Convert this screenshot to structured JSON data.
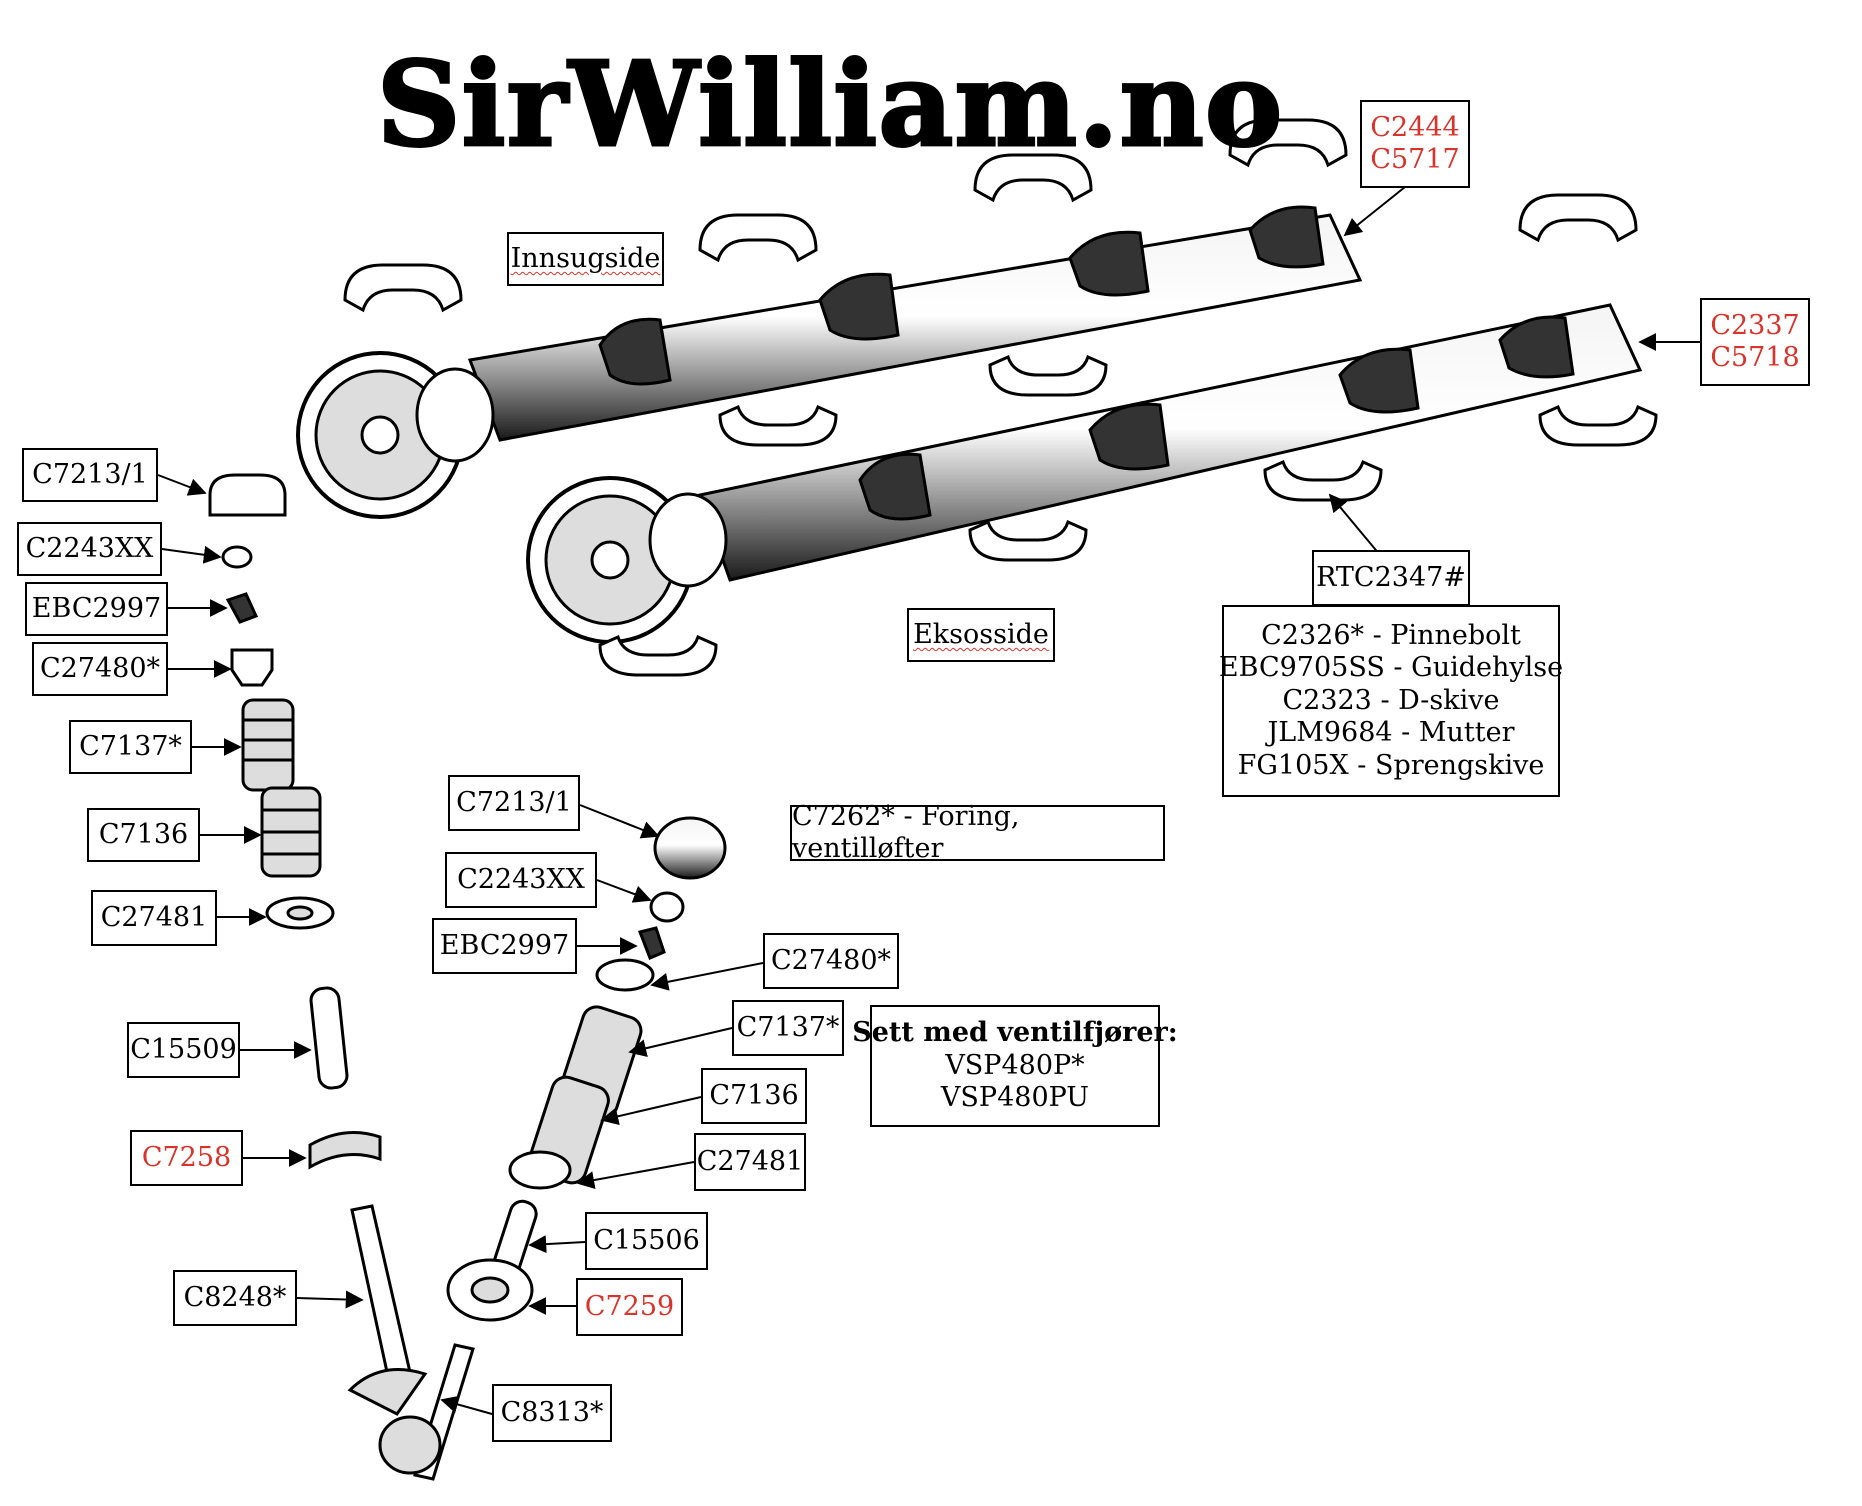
{
  "logo": "SirWilliam.no",
  "colors": {
    "ink": "#000000",
    "accent_red": "#d9342b",
    "background": "#ffffff"
  },
  "sides": {
    "intake": "Innsugside",
    "exhaust": "Eksosside"
  },
  "camshaft_parts": {
    "intake_cam": [
      "C2444",
      "C5717"
    ],
    "exhaust_cam": [
      "C2337",
      "C5718"
    ],
    "sprocket_kit_code": "RTC2347#",
    "sprocket_kit_items": [
      "C2326* - Pinnebolt",
      "EBC9705SS - Guidehylse",
      "C2323 - D-skive",
      "JLM9684 - Mutter",
      "FG105X - Sprengskive"
    ]
  },
  "left_valve_stack": {
    "tappet": "C7213/1",
    "shim": "C2243XX",
    "collets": "EBC2997",
    "spring_cap": "C27480*",
    "outer_spring": "C7137*",
    "inner_spring": "C7136",
    "spring_seat": "C27481",
    "valve_guide": "C15509",
    "valve_seat_insert": "C7258",
    "valve": "C8248*"
  },
  "right_valve_stack": {
    "tappet": "C7213/1",
    "shim": "C2243XX",
    "collets": "EBC2997",
    "spring_cap": "C27480*",
    "outer_spring": "C7137*",
    "inner_spring": "C7136",
    "spring_seat": "C27481",
    "valve_guide": "C15506",
    "valve_seat_insert": "C7259",
    "valve": "C8313*"
  },
  "tappet_liner": "C7262* - Foring, ventilløfter",
  "guide_set": {
    "title": "Sett med ventilfjører:",
    "items": [
      "VSP480P*",
      "VSP480PU"
    ]
  }
}
